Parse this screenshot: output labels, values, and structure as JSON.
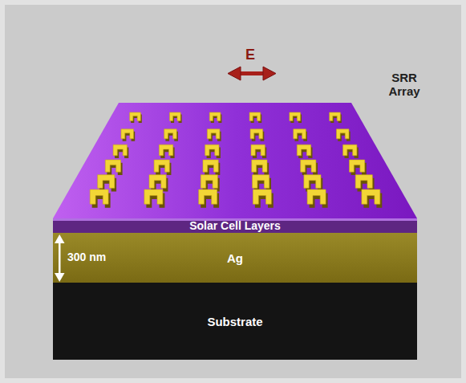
{
  "diagram": {
    "nodes": [
      {
        "text": [
          "Solar Cell Layers"
        ]
      },
      {
        "text": [
          "Ag"
        ]
      },
      {
        "text": [
          "Substrate"
        ]
      }
    ],
    "labels": [
      "E",
      "SRR Array",
      "300 nm"
    ]
  }
}
